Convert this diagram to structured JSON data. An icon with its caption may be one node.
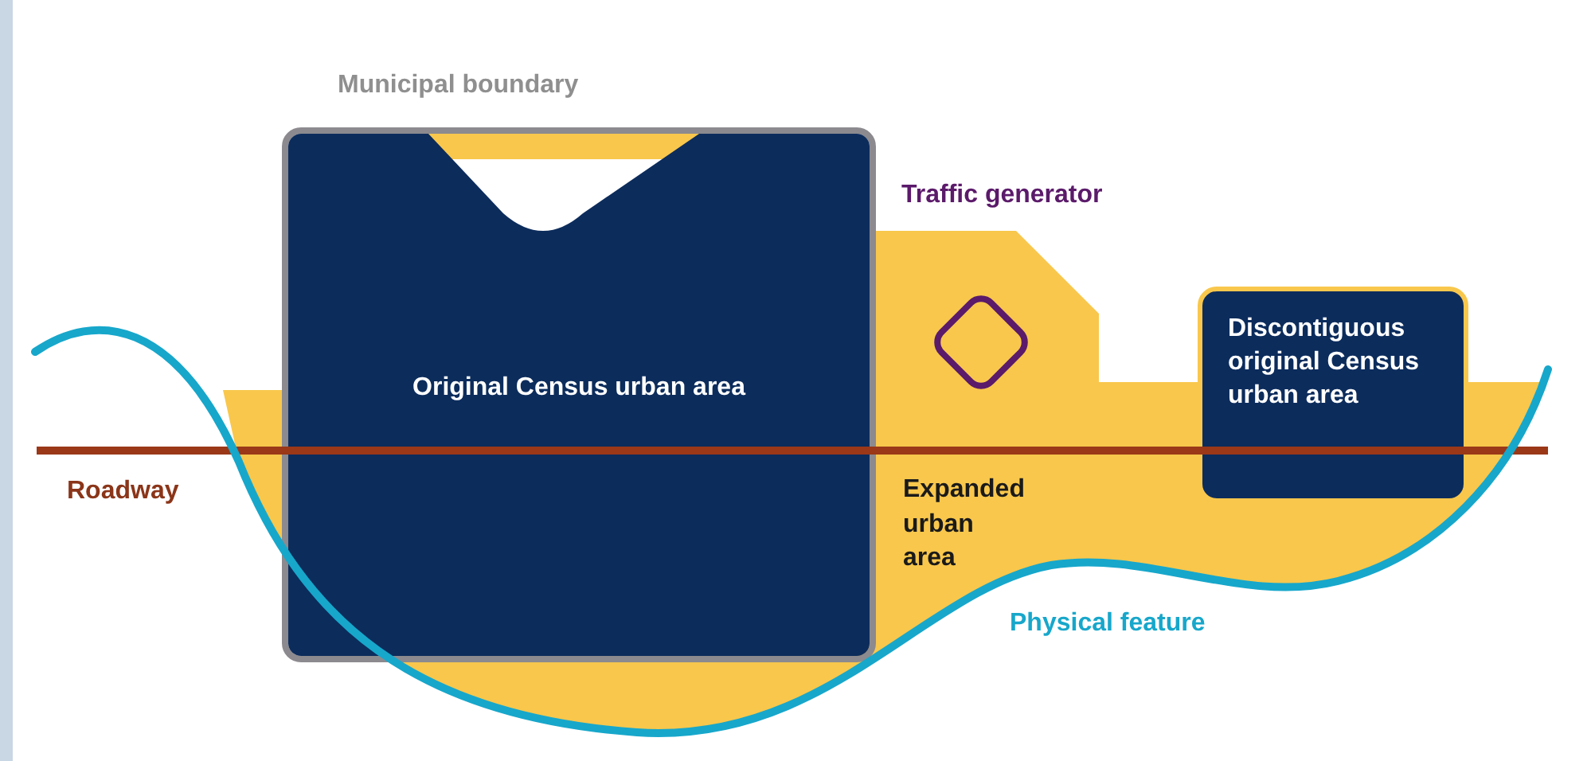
{
  "diagram": {
    "nodes": [
      {
        "text": [
          "Original Census urban area"
        ]
      },
      {
        "text": [
          "Discontiguous original Census urban area"
        ]
      }
    ],
    "labels": [
      "Municipal boundary",
      "Traffic generator",
      "Roadway",
      "Expanded urban area",
      "Physical feature"
    ]
  }
}
